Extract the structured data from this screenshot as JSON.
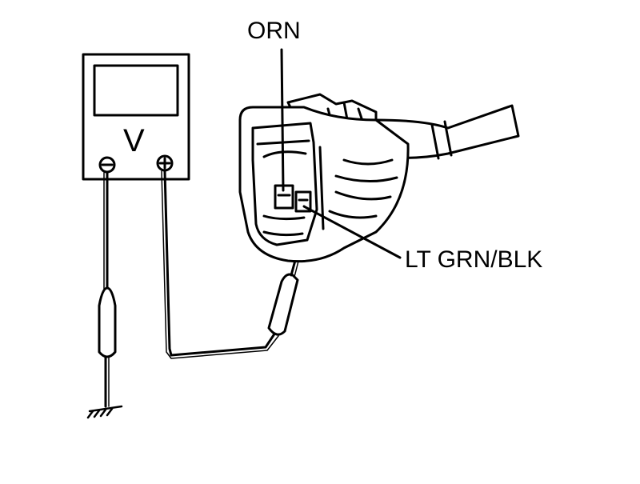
{
  "diagram": {
    "meter": {
      "unit_symbol": "V",
      "negative_terminal": "⊖",
      "positive_terminal": "⊕"
    },
    "labels": {
      "orn": "ORN",
      "lt_grn_blk": "LT GRN/BLK"
    }
  }
}
